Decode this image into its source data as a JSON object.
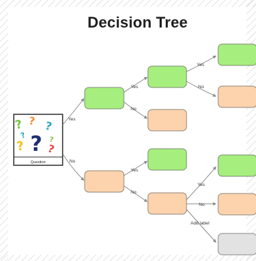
{
  "title": "Decision Tree",
  "root": {
    "caption": "Question",
    "icon": "question-marks-icon"
  },
  "edge_labels": {
    "root_yes": "Yes",
    "root_no": "No",
    "a_yes": "Yes",
    "a_no": "No",
    "b_yes": "Yes",
    "b_no": "No",
    "c_yes": "Yes",
    "c_no": "No",
    "f_yes": "Yes",
    "f_no": "No",
    "f_add": "Add label"
  },
  "colors": {
    "yes_node": "#a6ef7e",
    "no_node": "#fcd3ad",
    "placeholder_node": "#e2e2e2",
    "connector": "#8a8a8a",
    "q_orange": "#f28a2e",
    "q_teal": "#2aa7c5",
    "q_navy": "#1d2f6e",
    "q_green": "#79c144",
    "q_red": "#e0413a",
    "q_yellow": "#f2c21b"
  }
}
